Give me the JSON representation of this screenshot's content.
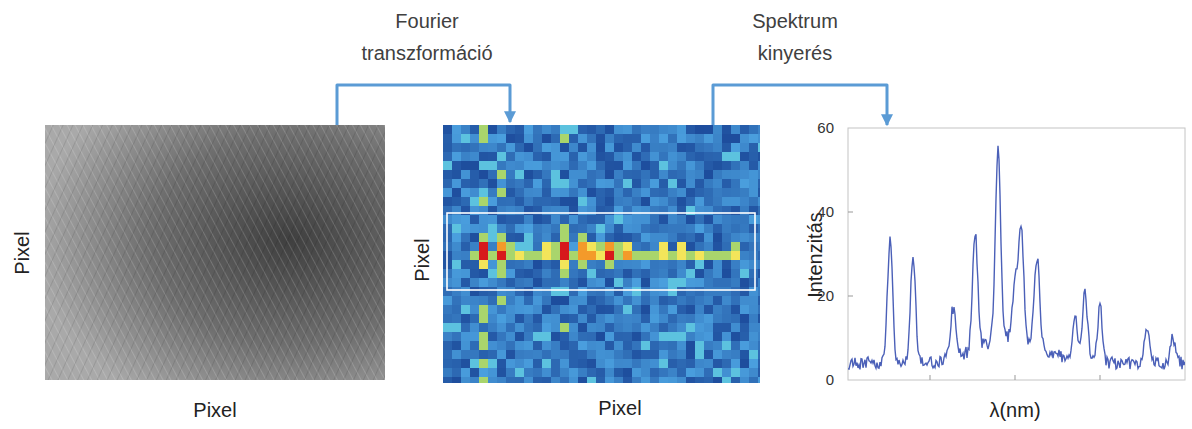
{
  "diagram": {
    "nodes": [
      {
        "text": [
          "Pixel",
          "Pixel"
        ]
      },
      {
        "text": [
          "Pixel",
          "Pixel"
        ]
      },
      {
        "text": [
          "Intenzitás",
          "λ(nm)"
        ]
      }
    ],
    "edges": [
      {
        "from": 0,
        "to": 1,
        "arrow": "to",
        "label": "Fourier transzformáció"
      },
      {
        "from": 1,
        "to": 2,
        "arrow": "to",
        "label": "Spektrum kinyerés"
      }
    ],
    "labels": [
      "60",
      "40",
      "20",
      "0"
    ]
  }
}
